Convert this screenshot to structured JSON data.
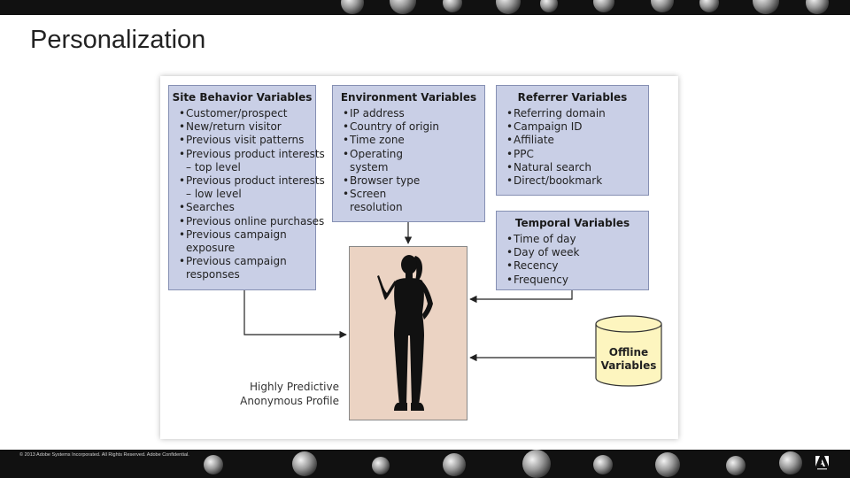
{
  "slide": {
    "title": "Personalization",
    "copyright": "© 2013 Adobe Systems Incorporated. All Rights Reserved. Adobe Confidential."
  },
  "diagram": {
    "site_behavior": {
      "title": "Site Behavior Variables",
      "items": [
        "Customer/prospect",
        "New/return visitor",
        "Previous visit patterns",
        "Previous product interests",
        "– top level",
        "Previous product interests",
        "– low level",
        "Searches",
        "Previous online purchases",
        "Previous campaign",
        "exposure",
        "Previous campaign",
        "responses"
      ]
    },
    "environment": {
      "title": "Environment Variables",
      "items": [
        "IP address",
        "Country of origin",
        "Time zone",
        "Operating",
        "system",
        "Browser type",
        "Screen",
        "resolution"
      ]
    },
    "referrer": {
      "title": "Referrer Variables",
      "items": [
        "Referring domain",
        "Campaign ID",
        "Affiliate",
        "PPC",
        "Natural search",
        "Direct/bookmark"
      ]
    },
    "temporal": {
      "title": "Temporal Variables",
      "items": [
        "Time of day",
        "Day of week",
        "Recency",
        "Frequency"
      ]
    },
    "offline": {
      "line1": "Offline",
      "line2": "Variables"
    },
    "profile_label": {
      "line1": "Highly Predictive",
      "line2": "Anonymous Profile"
    }
  },
  "colors": {
    "box_fill": "#c9cfe6",
    "person_bg": "#ebd3c3",
    "cylinder_fill": "#fdf5bf"
  }
}
